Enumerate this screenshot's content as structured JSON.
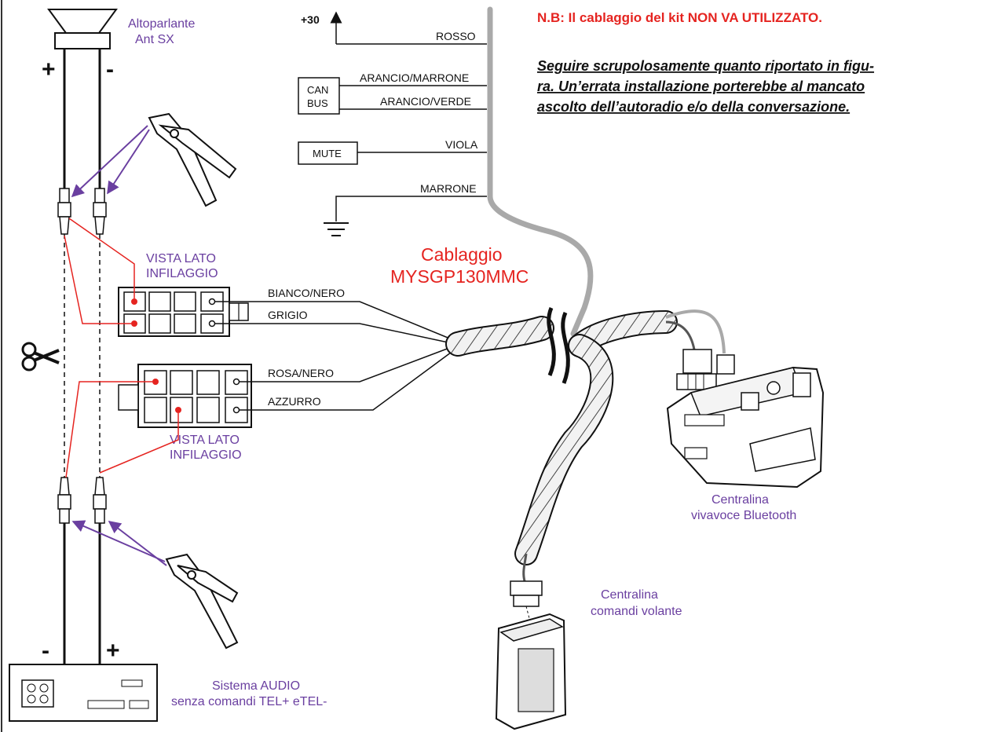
{
  "note": {
    "title": "N.B: Il cablaggio del kit NON VA UTILIZZATO.",
    "body_lines": [
      "Seguire scrupolosamente quanto riportato in figu-",
      "ra. Un’errata installazione porterebbe al mancato",
      "ascolto dell’autoradio e/o della conversazione."
    ]
  },
  "speaker": {
    "line1": "Altoparlante",
    "line2": "Ant SX"
  },
  "polarity": {
    "top_plus": "+",
    "top_minus": "-",
    "bottom_minus": "-",
    "bottom_plus": "+"
  },
  "power": {
    "supply": "+30",
    "wires": [
      "ROSSO",
      "ARANCIO/MARRONE",
      "ARANCIO/VERDE",
      "VIOLA",
      "MARRONE"
    ],
    "can_box": [
      "CAN",
      "BUS"
    ],
    "mute_box": "MUTE"
  },
  "harness": {
    "line1": "Cablaggio",
    "line2": "MYSGP130MMC"
  },
  "connector_top": {
    "view_label": [
      "VISTA LATO",
      "INFILAGGIO"
    ],
    "wires": [
      "BIANCO/NERO",
      "GRIGIO"
    ]
  },
  "connector_bottom": {
    "view_label": [
      "VISTA LATO",
      "INFILAGGIO"
    ],
    "wires": [
      "ROSA/NERO",
      "AZZURRO"
    ]
  },
  "bt_unit": {
    "line1": "Centralina",
    "line2": "vivavoce Bluetooth"
  },
  "sw_unit": {
    "line1": "Centralina",
    "line2": "comandi volante"
  },
  "audio": {
    "line1": "Sistema AUDIO",
    "line2": "senza comandi TEL+ eTEL-"
  },
  "colors": {
    "wire_red": "#e52420",
    "arrow_purple": "#6a3fa0",
    "label_purple": "#6a3fa0",
    "gray_cable": "#a9a9a9"
  }
}
